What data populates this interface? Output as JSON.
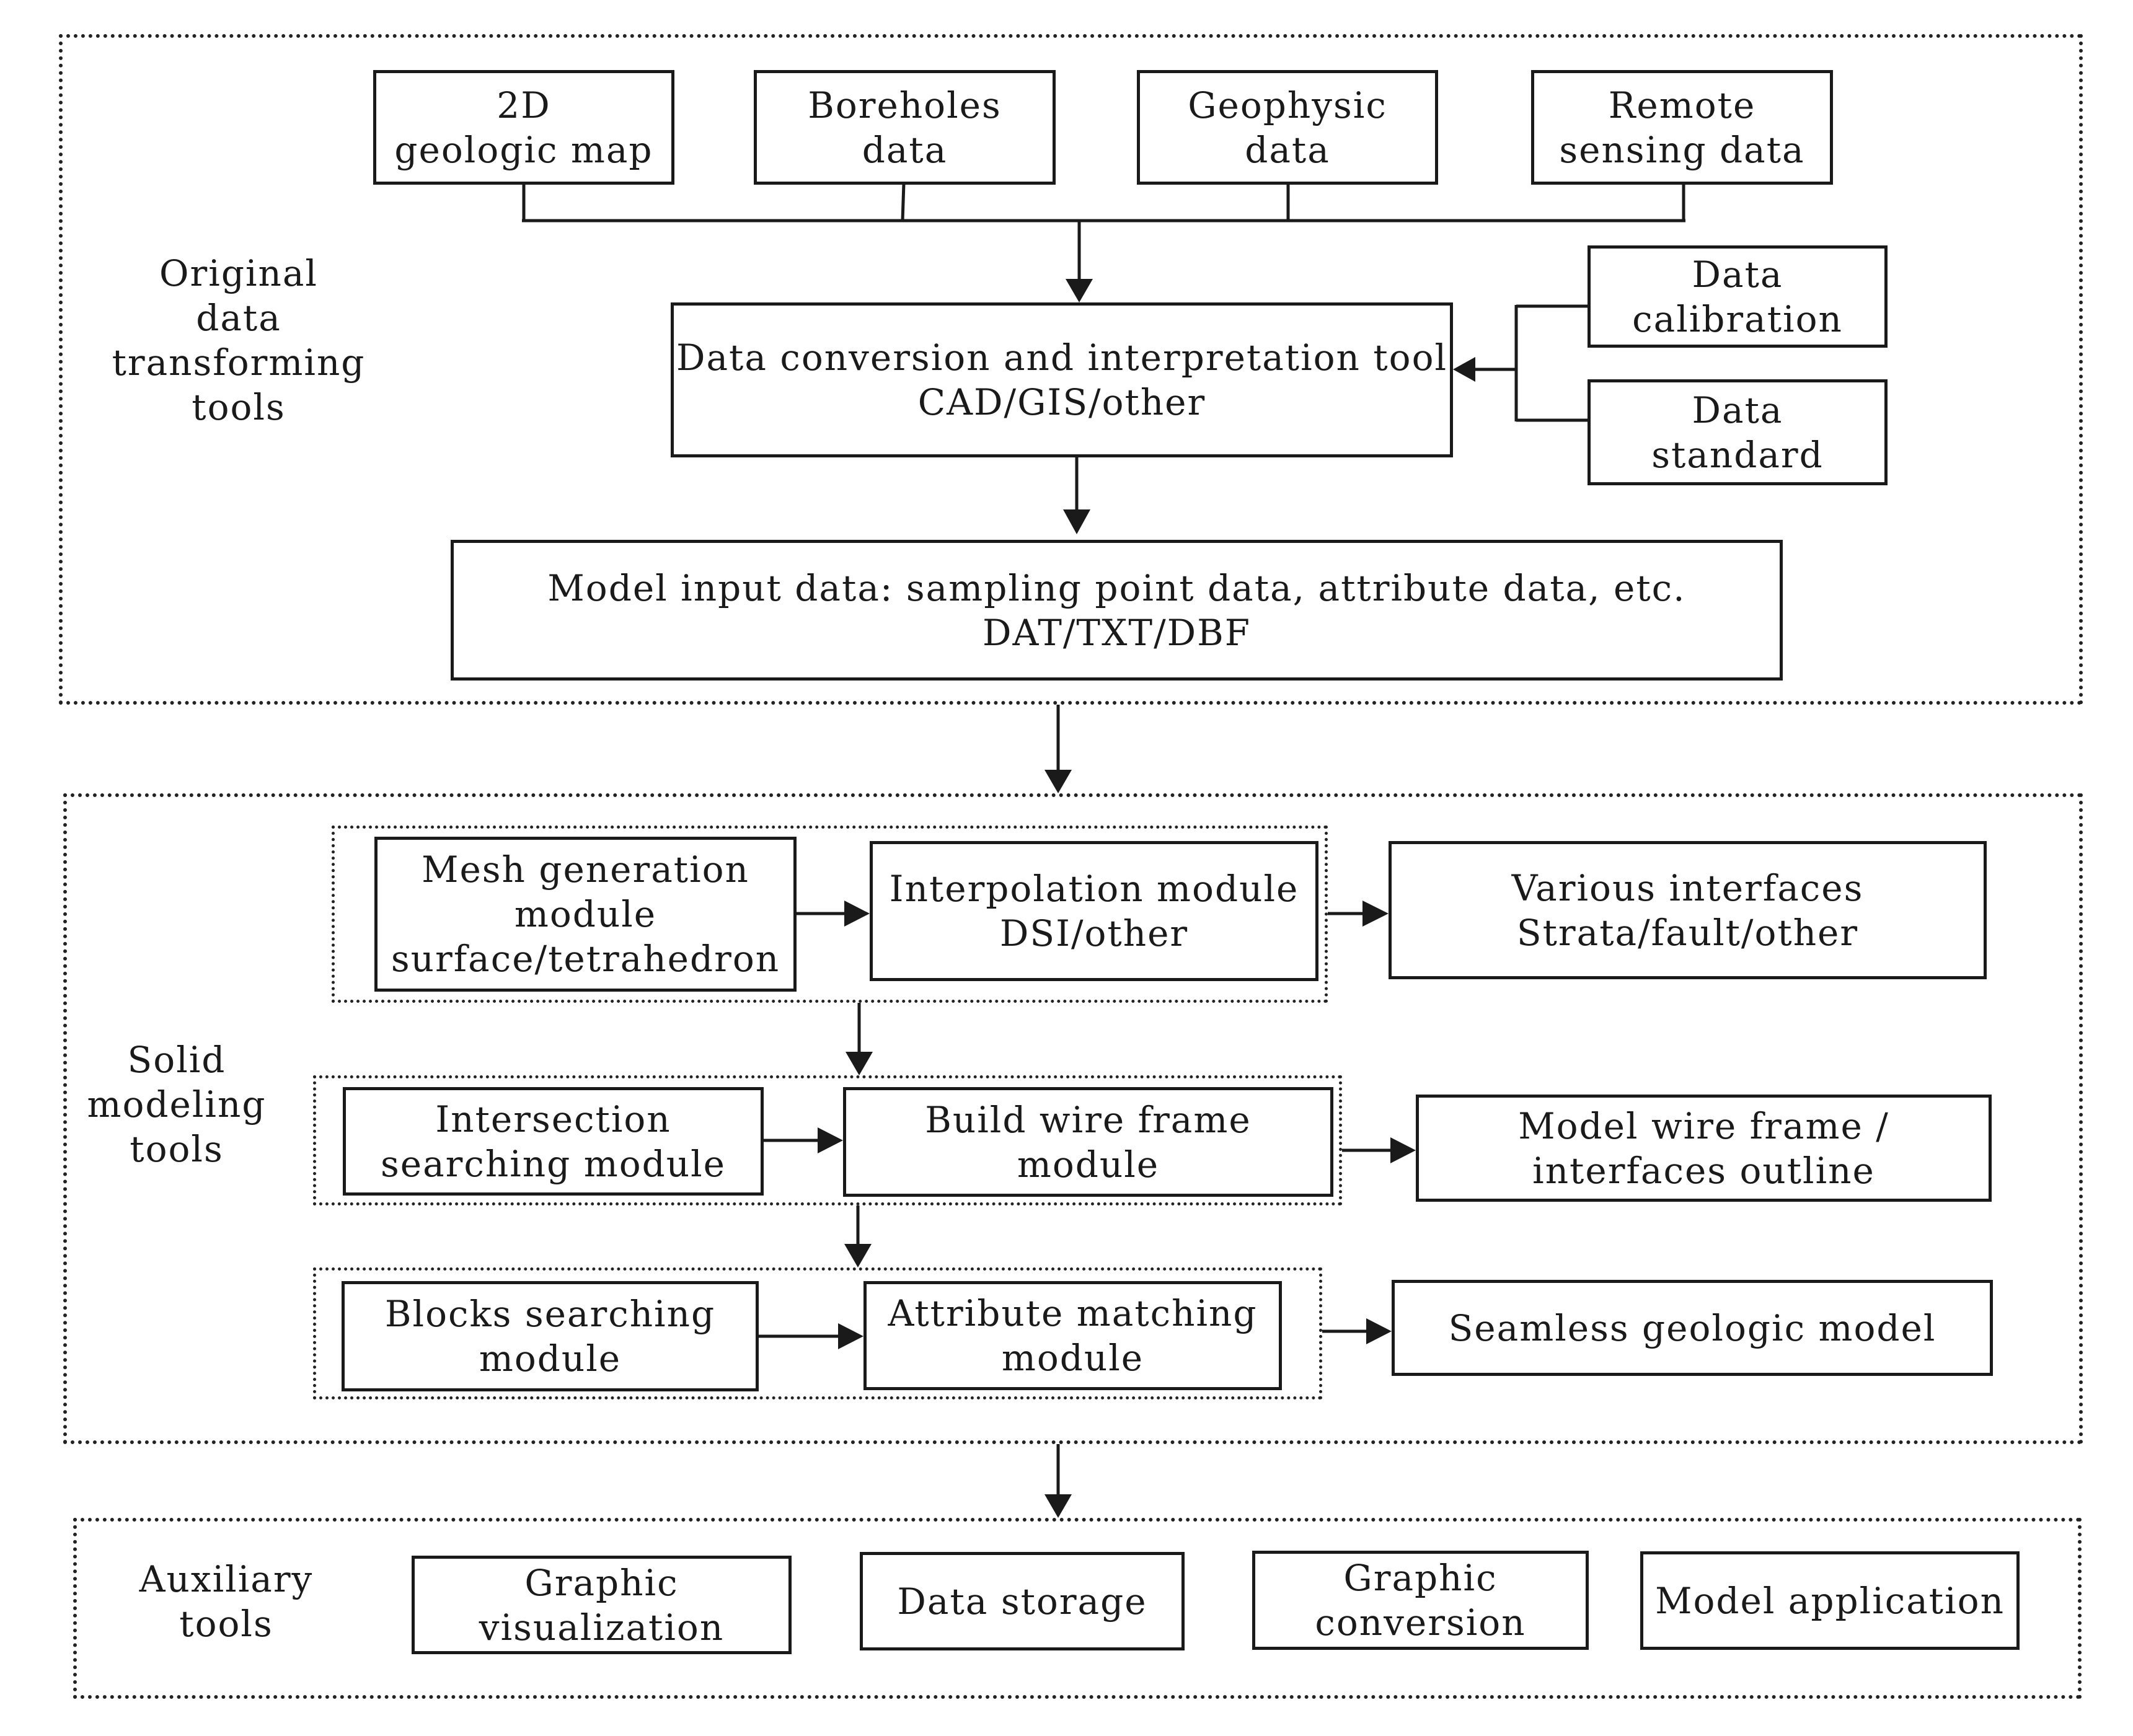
{
  "sections": {
    "original": {
      "label": [
        "Original",
        "data",
        "transforming",
        "tools"
      ],
      "sources": {
        "map_2d": [
          "2D",
          "geologic map"
        ],
        "boreholes": [
          "Boreholes",
          "data"
        ],
        "geophysic": [
          "Geophysic",
          "data"
        ],
        "remote_sensing": [
          "Remote",
          "sensing data"
        ]
      },
      "conversion_tool": [
        "Data conversion and interpretation tool",
        "CAD/GIS/other"
      ],
      "calibration": [
        "Data",
        "calibration"
      ],
      "standard": [
        "Data",
        "standard"
      ],
      "model_input": [
        "Model input data: sampling point data, attribute data, etc.",
        "DAT/TXT/DBF"
      ]
    },
    "solid": {
      "label": [
        "Solid",
        "modeling",
        "tools"
      ],
      "mesh_generation": [
        "Mesh generation",
        "module",
        "surface/tetrahedron"
      ],
      "interpolation": [
        "Interpolation module",
        "DSI/other"
      ],
      "various_interfaces": [
        "Various interfaces",
        "Strata/fault/other"
      ],
      "intersection_searching": [
        "Intersection",
        "searching module"
      ],
      "build_wire_frame": [
        "Build wire frame",
        "module"
      ],
      "model_wire_frame": [
        "Model wire frame /",
        "interfaces outline"
      ],
      "blocks_searching": [
        "Blocks searching",
        "module"
      ],
      "attribute_matching": [
        "Attribute matching",
        "module"
      ],
      "seamless_model": [
        "Seamless geologic model"
      ]
    },
    "auxiliary": {
      "label": [
        "Auxiliary",
        "tools"
      ],
      "graphic_visualization": [
        "Graphic",
        "visualization"
      ],
      "data_storage": [
        "Data storage"
      ],
      "graphic_conversion": [
        "Graphic",
        "conversion"
      ],
      "model_application": [
        "Model application"
      ]
    }
  }
}
